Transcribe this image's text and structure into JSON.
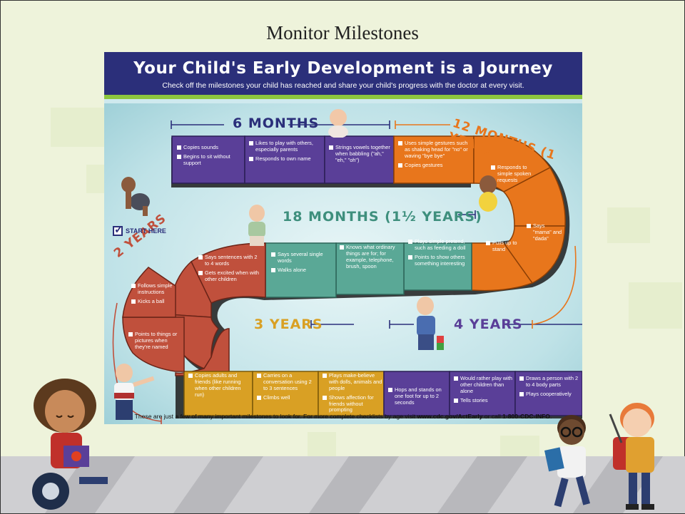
{
  "slide": {
    "title": "Monitor Milestones"
  },
  "poster": {
    "title": "Your Child's Early Development is a Journey",
    "subtitle": "Check off the milestones your child has reached and share your child's progress with the doctor at every visit.",
    "start_label": "START HERE",
    "footnote_prefix": "These are just a few of many important milestones to look for. For more complete checklists by age visit ",
    "footnote_url": "www.cdc.gov/ActEarly",
    "footnote_mid": " or call ",
    "footnote_phone": "1-800-CDC-INFO",
    "footnote_end": "."
  },
  "ages": {
    "m6": "6 MONTHS",
    "m12": "12 MONTHS (1 YEAR)",
    "m18": "18 MONTHS (1½ YEARS)",
    "y2": "2 YEARS",
    "y3": "3 YEARS",
    "y4": "4 YEARS"
  },
  "colors": {
    "purple": "#5a3f98",
    "orange": "#e8761c",
    "teal": "#5aa896",
    "red": "#c0503c",
    "gold": "#d9a024",
    "navy": "#2b2f7a",
    "green": "#8dc63f"
  },
  "tiles": {
    "t1": [
      "Copies sounds",
      "Begins to sit without support"
    ],
    "t2": [
      "Likes to play with others, especially parents",
      "Responds to own name"
    ],
    "t3": [
      "Strings vowels together when babbling (\"ah,\" \"eh,\" \"oh\")"
    ],
    "t4": [
      "Uses simple gestures such as shaking head for \"no\" or waving \"bye bye\"",
      "Copies gestures"
    ],
    "t5": [
      "Responds to simple spoken requests"
    ],
    "t6": [
      "Says \"mama\" and \"dada\""
    ],
    "t7": [
      "Pulls up to stand"
    ],
    "t8": [
      "Plays simple pretend, such as feeding a doll",
      "Points to show others something interesting"
    ],
    "t9": [
      "Knows what ordinary things are for; for example, telephone, brush, spoon"
    ],
    "t10": [
      "Says several single words",
      "Walks alone"
    ],
    "t11": [
      "Says sentences with 2 to 4 words",
      "Gets excited when with other children"
    ],
    "t12": [
      "Follows simple instructions",
      "Kicks a ball"
    ],
    "t13": [
      "Points to things or pictures when they're named"
    ],
    "t14": [
      "Copies adults and friends (like running when other children run)"
    ],
    "t15": [
      "Carries on a conversation using 2 to 3 sentences",
      "Climbs well"
    ],
    "t16": [
      "Plays make-believe with dolls, animals and people",
      "Shows affection for friends without prompting"
    ],
    "t17": [
      "Hops and stands on one foot for up to 2 seconds"
    ],
    "t18": [
      "Would rather play with other children than alone",
      "Tells stories"
    ],
    "t19": [
      "Draws a person with 2 to 4 body parts",
      "Plays cooperatively"
    ]
  }
}
